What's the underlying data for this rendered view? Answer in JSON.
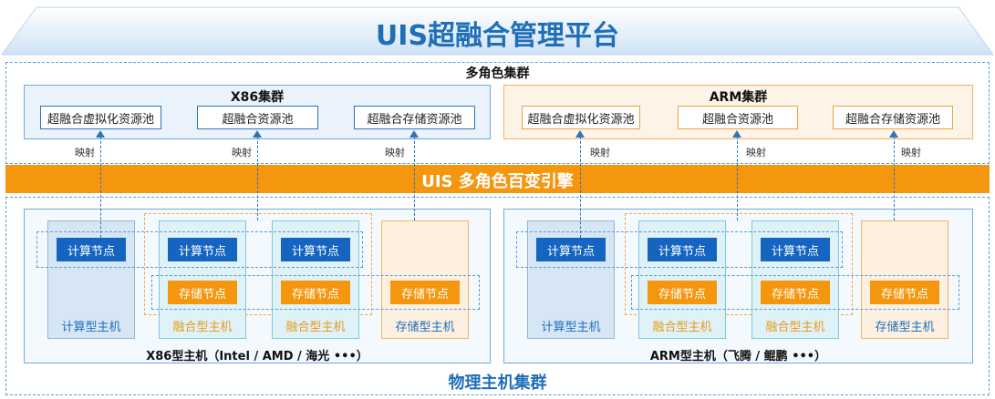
{
  "header": {
    "title": "UIS超融合管理平台"
  },
  "multi_role_cluster": {
    "title": "多角色集群"
  },
  "x86_cluster": {
    "title": "X86集群",
    "pools": [
      "超融合虚拟化资源池",
      "超融合资源池",
      "超融合存储资源池"
    ]
  },
  "arm_cluster": {
    "title": "ARM集群",
    "pools": [
      "超融合虚拟化资源池",
      "超融合资源池",
      "超融合存储资源池"
    ]
  },
  "mapping_label": "映射",
  "engine": {
    "title": "UIS 多角色百变引擎"
  },
  "nodes": {
    "compute": "计算节点",
    "storage": "存储节点"
  },
  "hosts": {
    "compute": "计算型主机",
    "fusion": "融合型主机",
    "storage": "存储型主机"
  },
  "x86_hosts": {
    "title": "X86型主机（Intel / AMD / 海光 •••）"
  },
  "arm_hosts": {
    "title": "ARM型主机（飞腾 / 鲲鹏 •••）"
  },
  "physical_cluster": {
    "title": "物理主机集群"
  },
  "colors": {
    "engine": "#f5960f",
    "compute_node": "#1565c0",
    "storage_node": "#f5960f",
    "title": "#1f6fb8"
  }
}
